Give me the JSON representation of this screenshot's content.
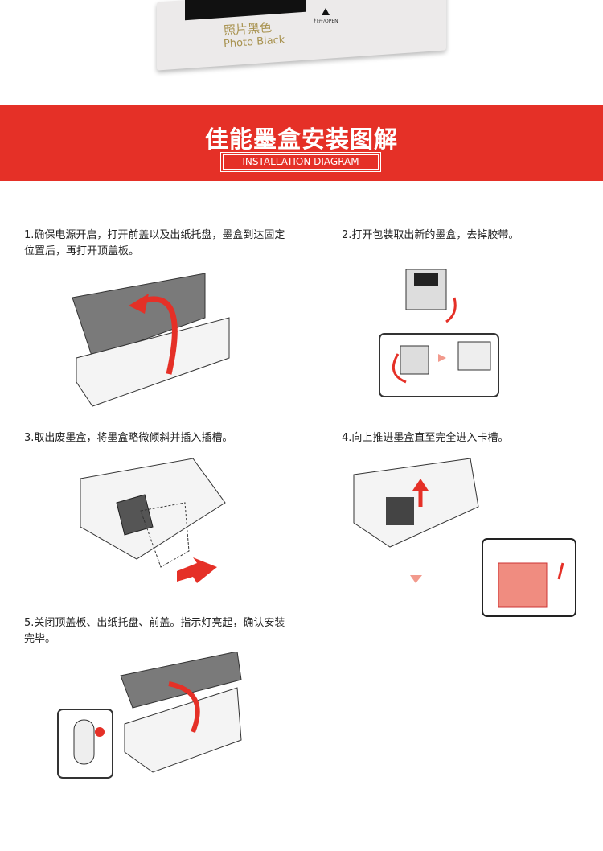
{
  "product_box": {
    "name_cn": "照片黑色",
    "name_en": "Photo Black",
    "open_label": "打开/OPEN"
  },
  "banner": {
    "title": "佳能墨盒安装图解",
    "subtitle": "INSTALLATION DIAGRAM",
    "color": "#e53027"
  },
  "steps": [
    {
      "text": "1.确保电源开启，打开前盖以及出纸托盘，墨盒到达固定位置后，再打开顶盖板。"
    },
    {
      "text": "2.打开包装取出新的墨盒，去掉胶带。"
    },
    {
      "text": "3.取出废墨盒，将墨盒略微倾斜并插入插槽。"
    },
    {
      "text": "4.向上推进墨盒直至完全进入卡槽。"
    },
    {
      "text": "5.关闭顶盖板、出纸托盘、前盖。指示灯亮起，确认安装完毕。"
    }
  ]
}
